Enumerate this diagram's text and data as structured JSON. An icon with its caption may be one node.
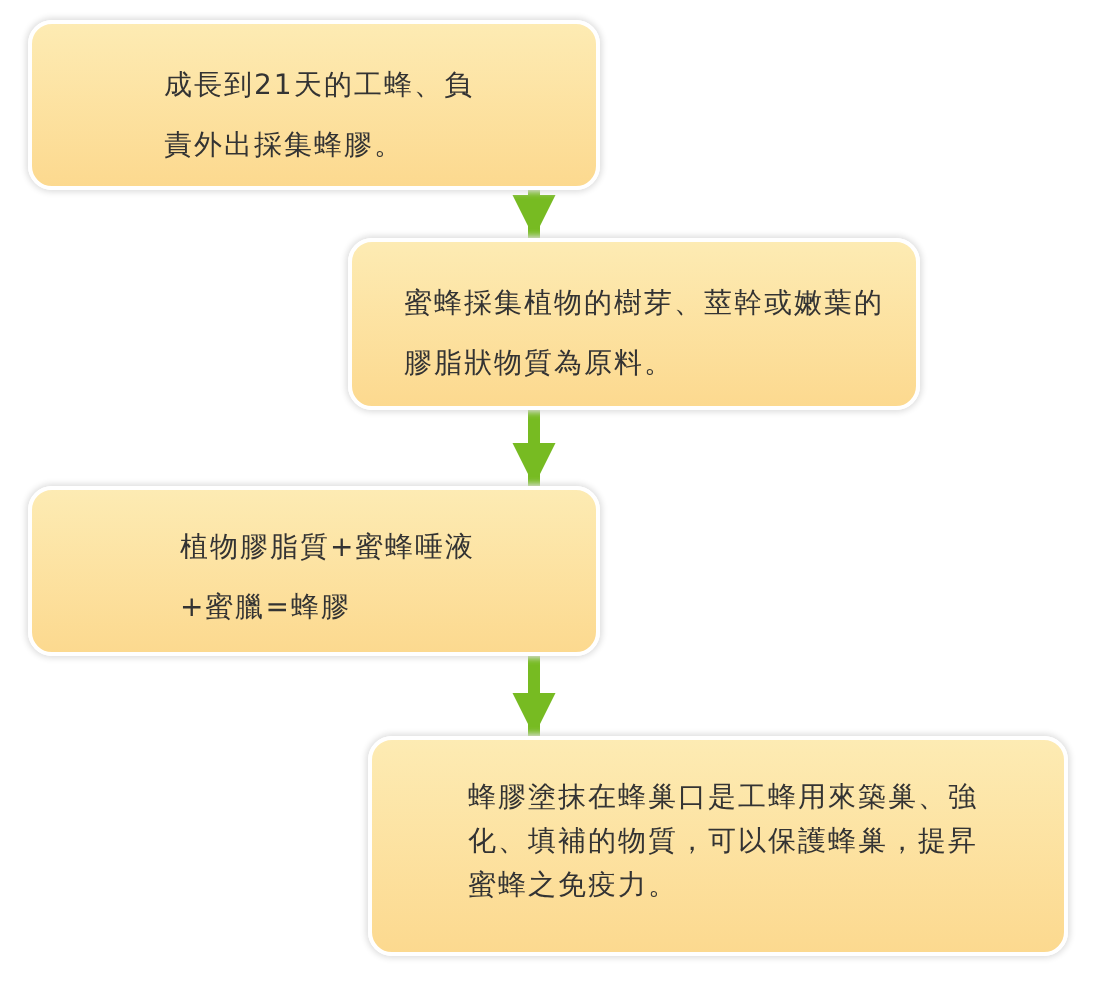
{
  "diagram": {
    "nodes": [
      {
        "text": [
          "成長到21天的工蜂、負責外出採集蜂膠。"
        ]
      },
      {
        "text": [
          "蜜蜂採集植物的樹芽、莖幹或嫩葉的膠脂狀物質為原料。"
        ]
      },
      {
        "text": [
          "植物膠脂質+蜜蜂唾液+蜜臘=蜂膠"
        ]
      },
      {
        "text": [
          "蜂膠塗抹在蜂巢口是工蜂用來築巢、強化、填補的物質，可以保護蜂巢，提昇蜜蜂之免疫力。"
        ]
      }
    ],
    "edges": [
      {
        "from": 0,
        "to": 1,
        "arrow": "to"
      },
      {
        "from": 1,
        "to": 2,
        "arrow": "to"
      },
      {
        "from": 2,
        "to": 3,
        "arrow": "to"
      }
    ]
  }
}
